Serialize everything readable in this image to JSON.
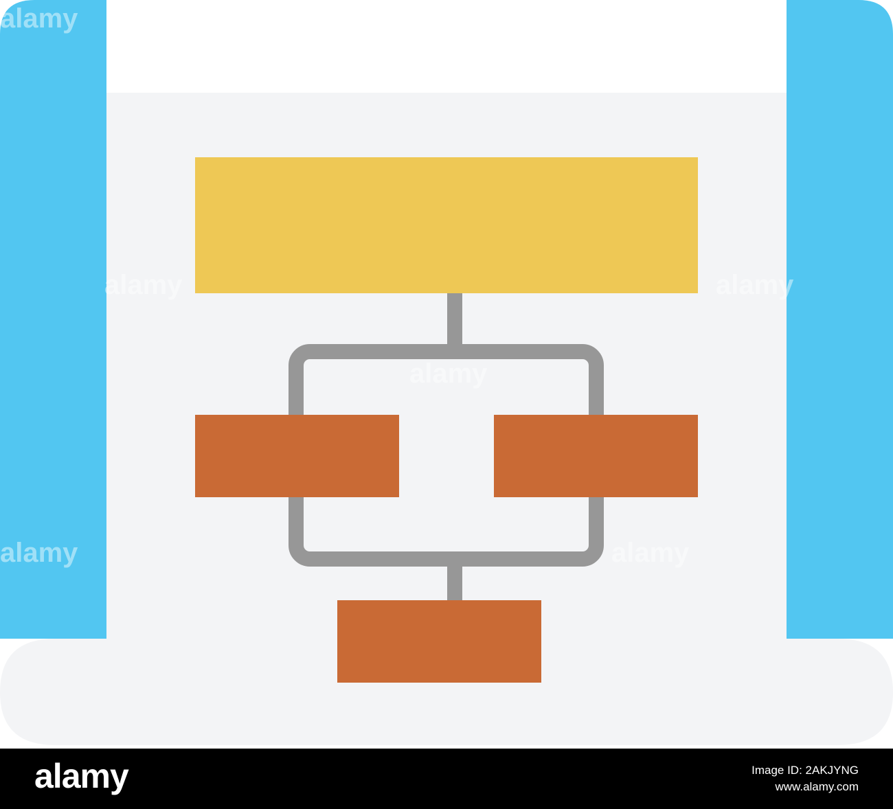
{
  "illustration": {
    "subject": "flowchart on paper scroll",
    "colors": {
      "scroll_blue": "#52C6F1",
      "paper": "#F3F4F6",
      "paper_top": "#FFFFFF",
      "header_box": "#EEC855",
      "node_box": "#C96A35",
      "connector": "#979797"
    }
  },
  "watermark": {
    "brand": "alamy"
  },
  "footer": {
    "brand": "alamy",
    "image_id": "Image ID: 2AKJYNG",
    "url": "www.alamy.com"
  }
}
